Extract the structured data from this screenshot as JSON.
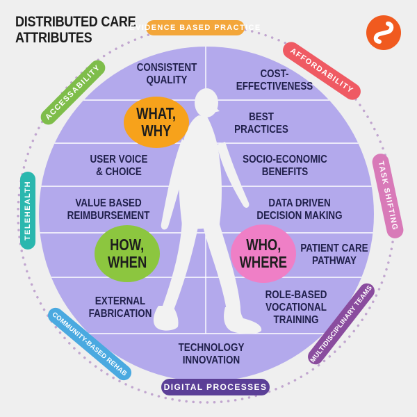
{
  "title": {
    "line1": "DISTRIBUTED CARE",
    "line2": "ATTRIBUTES"
  },
  "logo": {
    "icon": "brand-s-icon",
    "color": "#f05a1f"
  },
  "colors": {
    "circle_fill": "#b3a9ec",
    "circle_lines": "#ffffff",
    "label_text": "#1f1f4a",
    "what_why": "#f7a21b",
    "how_when": "#8cc63f",
    "who_where": "#ef7fc6",
    "figure": "#f2f2f2"
  },
  "rim_tags": [
    {
      "text": "EVIDENCE BASED PRACTICE",
      "color": "#f3a63a"
    },
    {
      "text": "AFFORDABILITY",
      "color": "#ef5a63"
    },
    {
      "text": "TASK SHIFTING",
      "color": "#d87ab8"
    },
    {
      "text": "MULTIDISCIPLINARY TEAMS",
      "color": "#8a4c9e"
    },
    {
      "text": "DIGITAL PROCESSES",
      "color": "#5b3f97"
    },
    {
      "text": "COMMUNITY-BASED REHAB",
      "color": "#4aa9e0"
    },
    {
      "text": "TELEHEALTH",
      "color": "#2ab7ae"
    },
    {
      "text": "ACCESSABILITY",
      "color": "#7ebd4a"
    }
  ],
  "attributes": [
    {
      "line1": "CONSISTENT",
      "line2": "QUALITY"
    },
    {
      "line1": "COST-",
      "line2": "EFFECTIVENESS"
    },
    {
      "line1": "BEST",
      "line2": "PRACTICES"
    },
    {
      "line1": "USER VOICE",
      "line2": "& CHOICE"
    },
    {
      "line1": "SOCIO-ECONOMIC",
      "line2": "BENEFITS"
    },
    {
      "line1": "VALUE BASED",
      "line2": "REIMBURSEMENT"
    },
    {
      "line1": "DATA DRIVEN",
      "line2": "DECISION MAKING"
    },
    {
      "line1": "PATIENT CARE",
      "line2": "PATHWAY"
    },
    {
      "line1": "EXTERNAL",
      "line2": "FABRICATION"
    },
    {
      "line1": "ROLE-BASED",
      "line2": "VOCATIONAL",
      "line3": "TRAINING"
    },
    {
      "line1": "TECHNOLOGY",
      "line2": "INNOVATION"
    }
  ],
  "bubbles": {
    "what_why": {
      "line1": "WHAT,",
      "line2": "WHY"
    },
    "how_when": {
      "line1": "HOW,",
      "line2": "WHEN"
    },
    "who_where": {
      "line1": "WHO,",
      "line2": "WHERE"
    }
  }
}
